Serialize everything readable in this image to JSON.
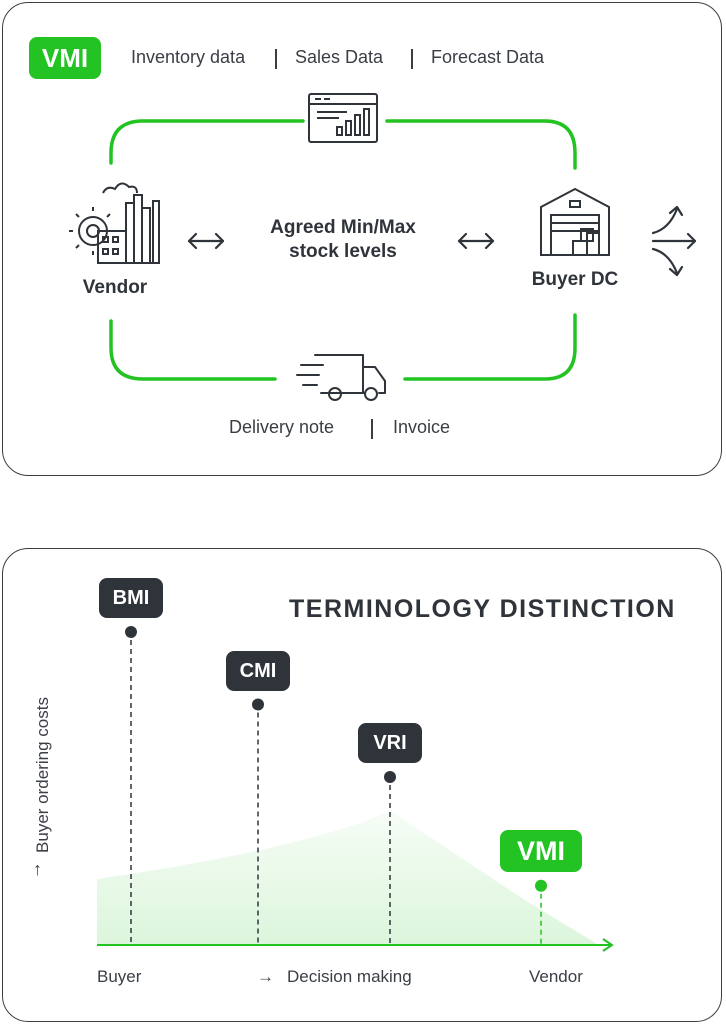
{
  "top": {
    "vmi_badge": "VMI",
    "data_items": [
      "Inventory data",
      "Sales Data",
      "Forecast Data"
    ],
    "center_label_line1": "Agreed Min/Max",
    "center_label_line2": "stock levels",
    "vendor_label": "Vendor",
    "buyer_label": "Buyer DC",
    "bottom_items": [
      "Delivery note",
      "Invoice"
    ],
    "accent_color": "#22c322",
    "icons": [
      "dashboard-chart-icon",
      "factory-icon",
      "warehouse-icon",
      "delivery-truck-icon",
      "distribution-arrows-icon",
      "double-arrow-icon"
    ]
  },
  "bottom": {
    "title": "TERMINOLOGY DISTINCTION",
    "y_axis_label": "Buyer ordering costs",
    "x_axis_label": "Decision making",
    "x_left": "Buyer",
    "x_right": "Vendor",
    "chart_data": {
      "type": "scatter",
      "title": "TERMINOLOGY DISTINCTION",
      "xlabel": "Decision making",
      "ylabel": "Buyer ordering costs",
      "x_ticks": [
        "Buyer",
        "Vendor"
      ],
      "points": [
        {
          "label": "BMI",
          "x": 0,
          "y": 4
        },
        {
          "label": "CMI",
          "x": 1,
          "y": 3
        },
        {
          "label": "VRI",
          "x": 2,
          "y": 2
        },
        {
          "label": "VMI",
          "x": 3,
          "y": 0.5
        }
      ],
      "highlight_color": "#22c322",
      "point_color": "#2f343b"
    }
  }
}
